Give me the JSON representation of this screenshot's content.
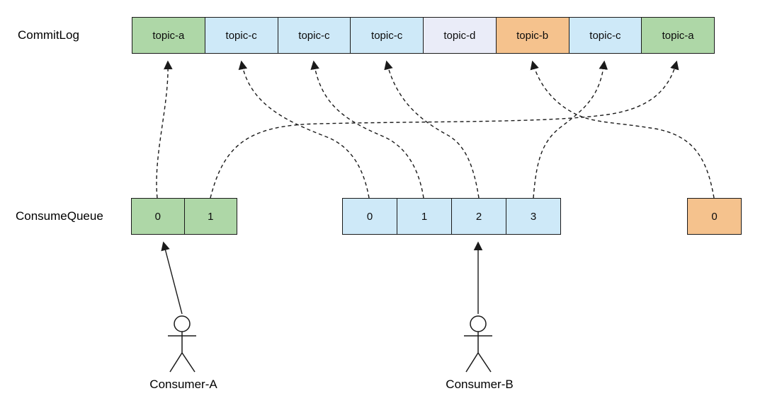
{
  "commitlog": {
    "label": "CommitLog",
    "slots": [
      {
        "topic": "topic-a",
        "color_key": "green"
      },
      {
        "topic": "topic-c",
        "color_key": "blue"
      },
      {
        "topic": "topic-c",
        "color_key": "blue"
      },
      {
        "topic": "topic-c",
        "color_key": "blue"
      },
      {
        "topic": "topic-d",
        "color_key": "lavender"
      },
      {
        "topic": "topic-b",
        "color_key": "orange"
      },
      {
        "topic": "topic-c",
        "color_key": "blue"
      },
      {
        "topic": "topic-a",
        "color_key": "green"
      }
    ]
  },
  "consume_queue": {
    "label": "ConsumeQueue",
    "queues": [
      {
        "topic": "topic-a",
        "color_key": "green",
        "entries": [
          "0",
          "1"
        ]
      },
      {
        "topic": "topic-c",
        "color_key": "blue",
        "entries": [
          "0",
          "1",
          "2",
          "3"
        ]
      },
      {
        "topic": "topic-b",
        "color_key": "orange",
        "entries": [
          "0"
        ]
      }
    ]
  },
  "consumers": [
    {
      "name": "Consumer-A",
      "points_to": "topic-a queue entry 0"
    },
    {
      "name": "Consumer-B",
      "points_to": "topic-c queue entry 2"
    }
  ],
  "mappings": [
    {
      "from": "queue-green entry 0",
      "to": "commitlog slot 1 (topic-a)"
    },
    {
      "from": "queue-green entry 1",
      "to": "commitlog slot 8 (topic-a)"
    },
    {
      "from": "queue-blue entry 0",
      "to": "commitlog slot 2 (topic-c)"
    },
    {
      "from": "queue-blue entry 1",
      "to": "commitlog slot 3 (topic-c)"
    },
    {
      "from": "queue-blue entry 2",
      "to": "commitlog slot 4 (topic-c)"
    },
    {
      "from": "queue-blue entry 3",
      "to": "commitlog slot 7 (topic-c)"
    },
    {
      "from": "queue-orange entry 0",
      "to": "commitlog slot 6 (topic-b)"
    }
  ],
  "colors": {
    "green": "#aed7a7",
    "blue": "#cee9f8",
    "lavender": "#eaecf8",
    "orange": "#f5c28d",
    "stroke": "#1a1a1a"
  }
}
